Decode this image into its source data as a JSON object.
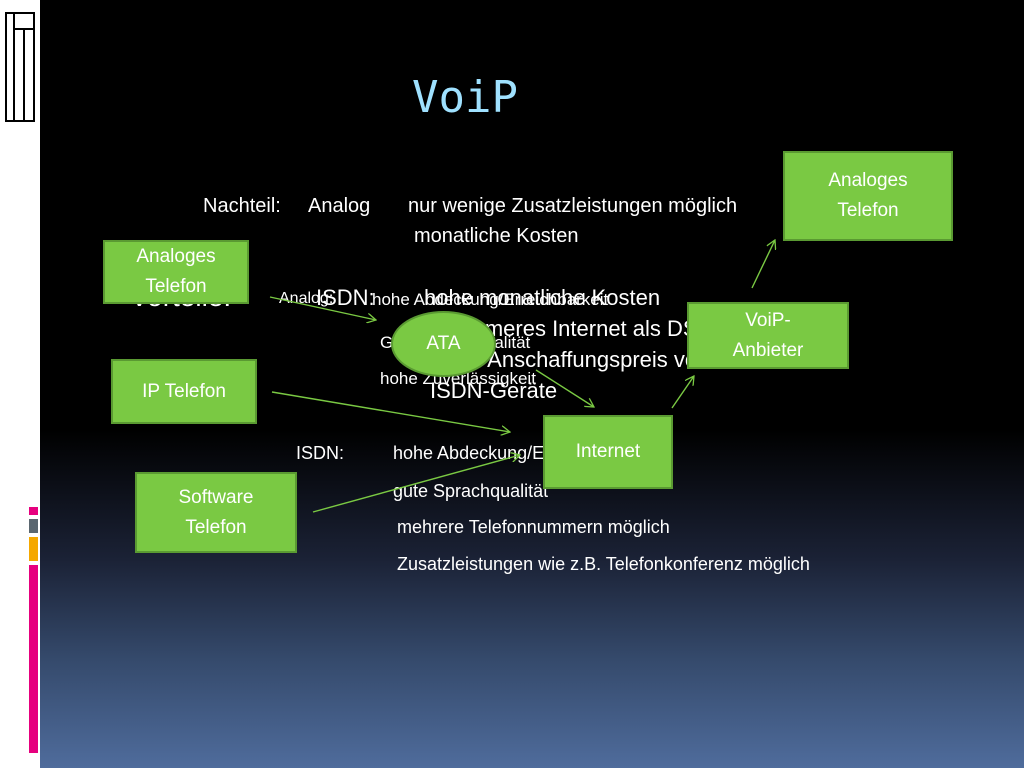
{
  "slide": {
    "title": "VoiP",
    "nachteil": {
      "label": "Nachteil:",
      "analog_label": "Analog",
      "analog_point1": "nur wenige Zusatzleistungen möglich",
      "analog_point2": "monatliche Kosten",
      "isdn_label": "ISDN:",
      "isdn_point1": "hohe monatliche Kosten",
      "isdn_point2": "langsameres Internet als DSL",
      "isdn_point3": "hoher Anschaffungspreis von ISDN-",
      "isdn_point4": "ISDN-Geräte"
    },
    "vorteile": {
      "label": "Vorteile:",
      "analog_label": "Analog:",
      "analog_point1": "hohe Abdeckung/Erreichbarkeit",
      "analog_point2": "Gute Sprachqualität",
      "analog_point3": "hohe Zuverlässigkeit",
      "isdn_label": "ISDN:",
      "isdn_point1": "hohe Abdeckung/Erreichbarkeit",
      "isdn_point2": "gute Sprachqualität",
      "isdn_point3": "mehrere Telefonnummern möglich",
      "isdn_point4": "Zusatzleistungen wie z.B. Telefonkonferenz möglich"
    }
  },
  "diagram": {
    "box_color": "#7ac943",
    "arrow_color": "#7ac943",
    "analog_phone_left": "Analoges\nTelefon",
    "analog_phone_right": "Analoges\nTelefon",
    "ip_phone": "IP Telefon",
    "software_phone": "Software\nTelefon",
    "ata": "ATA",
    "internet": "Internet",
    "voip_provider": "VoiP-\nAnbieter"
  },
  "decor": {
    "bar_colors": [
      "#e6007e",
      "#5b6770",
      "#f5a800",
      "#e6007e"
    ]
  }
}
